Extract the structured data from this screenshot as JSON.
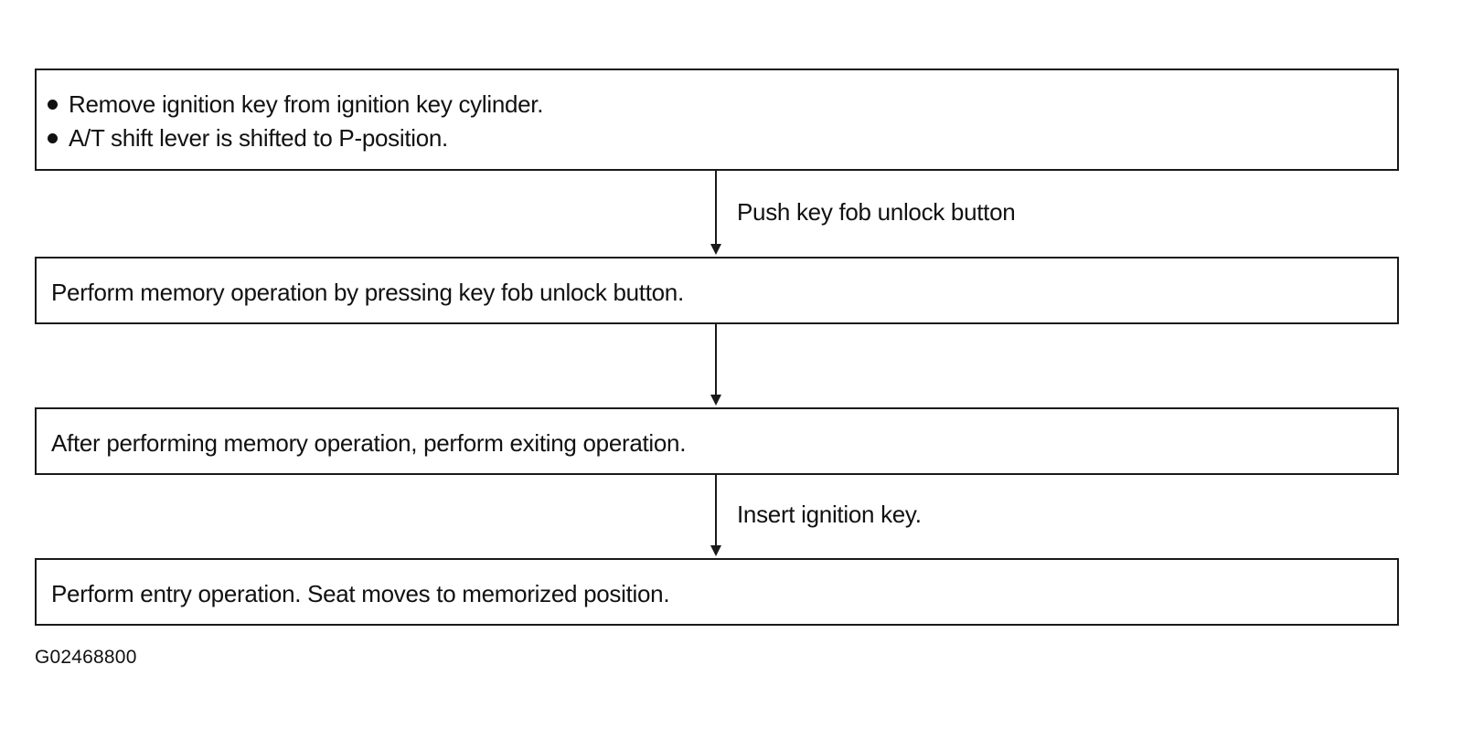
{
  "steps": {
    "start": {
      "bullets": [
        "Remove ignition key from ignition key cylinder.",
        "A/T shift lever is shifted to P-position."
      ]
    },
    "step2": "Perform memory operation by pressing key fob unlock button.",
    "step3": "After performing memory operation, perform exiting operation.",
    "step4": "Perform entry operation. Seat moves to memorized position."
  },
  "arrows": {
    "arrow1_label": "Push key fob unlock button",
    "arrow3_label": "Insert ignition key."
  },
  "figure_id": "G02468800"
}
